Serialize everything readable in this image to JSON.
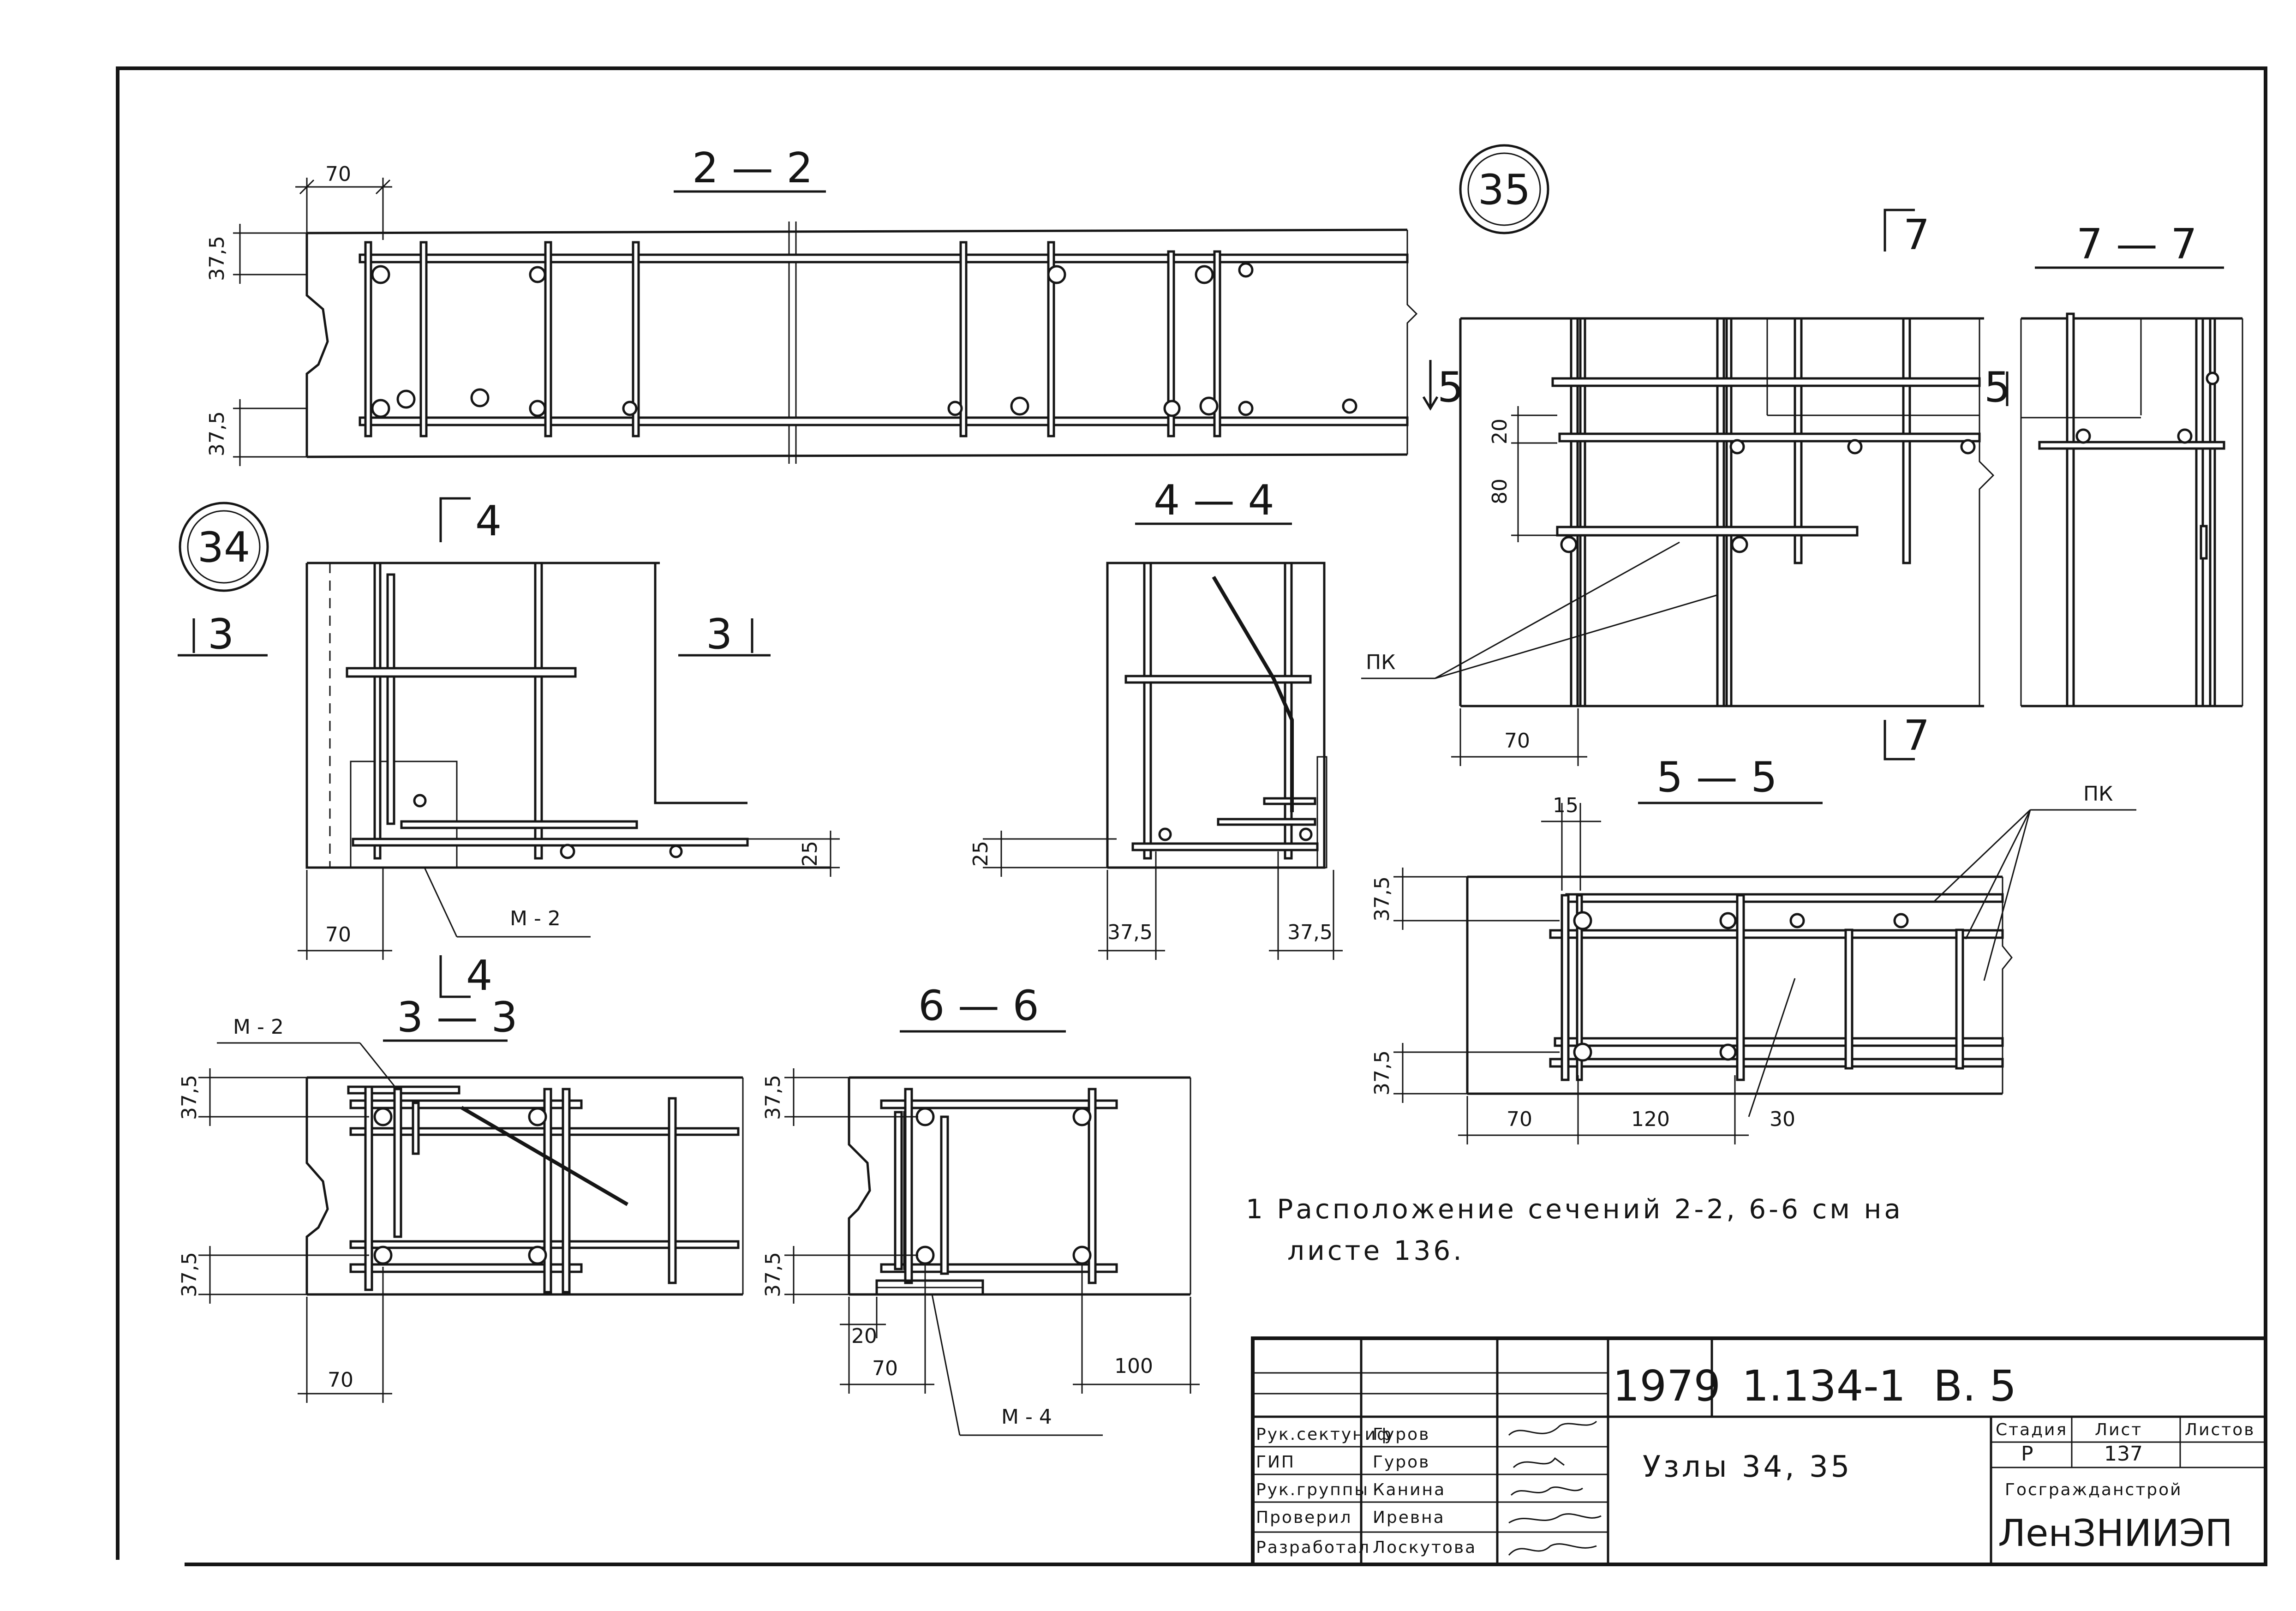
{
  "sections": {
    "s22": "2 — 2",
    "s44": "4 — 4",
    "s33": "3 — 3",
    "s66": "6 — 6",
    "s55": "5 — 5",
    "s77": "7 — 7"
  },
  "cuts": {
    "c3": "3",
    "c4": "4",
    "c5": "5",
    "c7": "7"
  },
  "nodes": {
    "n34": "34",
    "n35": "35"
  },
  "dims": {
    "d70": "70",
    "d375": "37,5",
    "d25": "25",
    "d20": "20",
    "d80": "80",
    "d15": "15",
    "d120": "120",
    "d30": "30",
    "d100": "100"
  },
  "marks": {
    "m2": "М - 2",
    "m4": "М - 4",
    "pk": "ПК"
  },
  "note": {
    "line1": "1  Расположение    сечений  2-2, 6-6  см   на",
    "line2": "листе   136."
  },
  "title_block": {
    "year": "1979",
    "series": "1.134-1",
    "volume": "В. 5",
    "title": "Узлы   34, 35",
    "stage_label": "Стадия",
    "sheet_label": "Лист",
    "sheets_label": "Листов",
    "stage": "Р",
    "sheet": "137",
    "org1": "Госгражданстрой",
    "org2": "ЛенЗНИИЭП",
    "roles": [
      "Рук.сектуниф",
      "ГИП",
      "Рук.группы",
      "Проверил",
      "Разработал"
    ],
    "names": [
      "Гуров",
      "Гуров",
      "Канина",
      "Иревна",
      "Лоскутова"
    ]
  }
}
